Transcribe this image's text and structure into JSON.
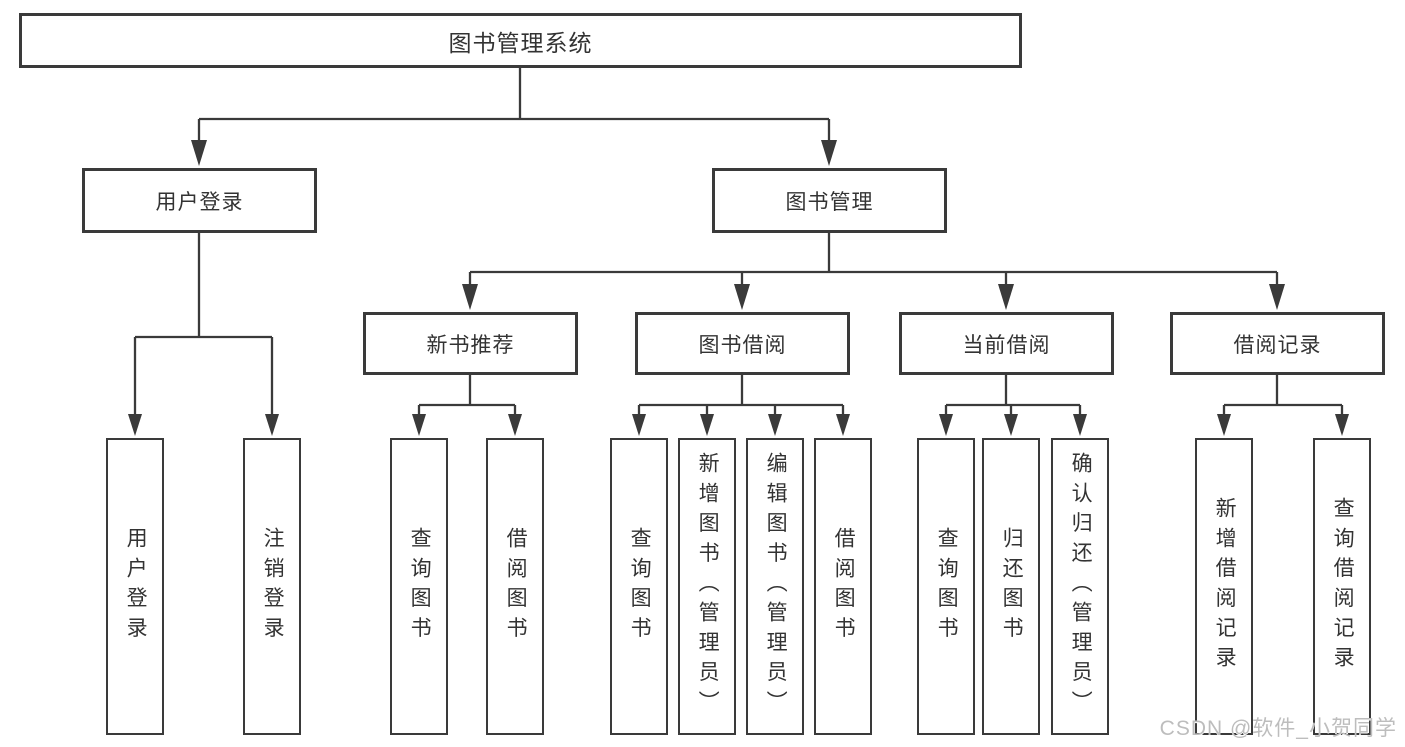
{
  "colors": {
    "line": "#3a3a3a",
    "text": "#333333",
    "watermark_gray": "#bdbdbd",
    "background": "#ffffff"
  },
  "watermark": "CSDN @软件_小贺同学",
  "tree": {
    "root": {
      "label": "图书管理系统"
    },
    "branches": [
      {
        "label": "用户登录",
        "children": [
          {
            "label": "用户登录"
          },
          {
            "label": "注销登录"
          }
        ]
      },
      {
        "label": "图书管理",
        "children": [
          {
            "label": "新书推荐",
            "children": [
              {
                "label": "查询图书"
              },
              {
                "label": "借阅图书"
              }
            ]
          },
          {
            "label": "图书借阅",
            "children": [
              {
                "label": "查询图书"
              },
              {
                "label": "新增图书（管理员）"
              },
              {
                "label": "编辑图书（管理员）"
              },
              {
                "label": "借阅图书"
              }
            ]
          },
          {
            "label": "当前借阅",
            "children": [
              {
                "label": "查询图书"
              },
              {
                "label": "归还图书"
              },
              {
                "label": "确认归还（管理员）"
              }
            ]
          },
          {
            "label": "借阅记录",
            "children": [
              {
                "label": "新增借阅记录"
              },
              {
                "label": "查询借阅记录"
              }
            ]
          }
        ]
      }
    ]
  }
}
